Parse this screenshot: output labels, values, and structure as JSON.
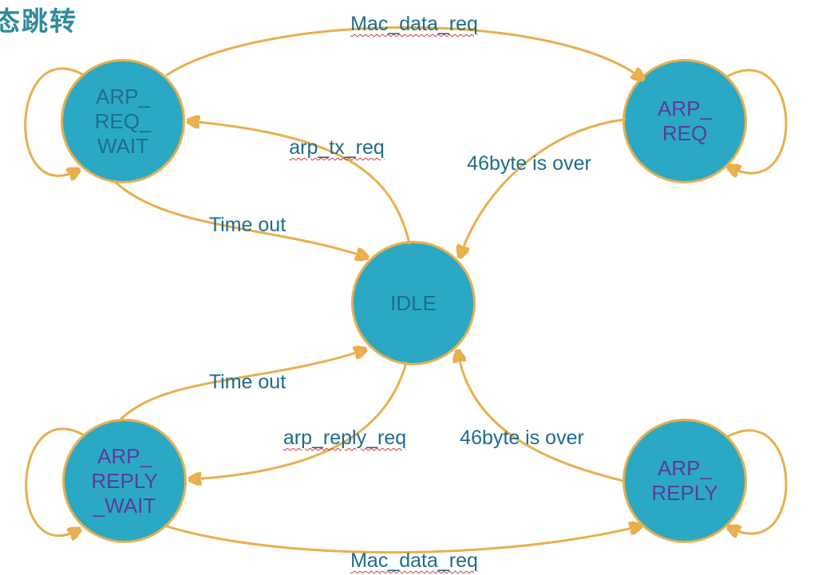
{
  "title": "态跳转",
  "diagram": {
    "type": "state-machine",
    "states": {
      "arp_req_wait": {
        "lines": [
          "ARP_",
          "REQ_",
          "WAIT"
        ]
      },
      "arp_req": {
        "lines": [
          "ARP_",
          "REQ"
        ]
      },
      "idle": {
        "lines": [
          "IDLE"
        ]
      },
      "arp_reply_wait": {
        "lines": [
          "ARP_",
          "REPLY",
          "_WAIT"
        ]
      },
      "arp_reply": {
        "lines": [
          "ARP_",
          "REPLY"
        ]
      }
    },
    "transitions": {
      "mac_data_req_top": {
        "label": "Mac_data_req",
        "from": "ARP_REQ_WAIT",
        "to": "ARP_REQ"
      },
      "arp_tx_req": {
        "label": "arp_tx_req",
        "from": "IDLE",
        "to": "ARP_REQ_WAIT"
      },
      "bytes_over_top": {
        "label": "46byte is over",
        "from": "ARP_REQ",
        "to": "IDLE"
      },
      "time_out_top": {
        "label": "Time out",
        "from": "ARP_REQ_WAIT",
        "to": "IDLE"
      },
      "time_out_bottom": {
        "label": "Time out",
        "from": "ARP_REPLY_WAIT",
        "to": "IDLE"
      },
      "arp_reply_req": {
        "label": "arp_reply_req",
        "from": "IDLE",
        "to": "ARP_REPLY_WAIT"
      },
      "bytes_over_bottom": {
        "label": "46byte is over",
        "from": "ARP_REPLY",
        "to": "IDLE"
      },
      "mac_data_req_bottom": {
        "label": "Mac_data_req",
        "from": "ARP_REPLY_WAIT",
        "to": "ARP_REPLY"
      }
    },
    "self_loops": [
      "ARP_REQ_WAIT",
      "ARP_REQ",
      "ARP_REPLY_WAIT",
      "ARP_REPLY"
    ],
    "colors": {
      "node_fill": "#2BA9C4",
      "node_border": "#E9AF4D",
      "arrow": "#E9AF4D",
      "label_text": "#1E6C8C",
      "state_text_teal": "#1E6C8C",
      "state_text_purple": "#5A3A9E",
      "title_text": "#2E8C99",
      "spellcheck_underline": "#CC3A3A"
    }
  }
}
